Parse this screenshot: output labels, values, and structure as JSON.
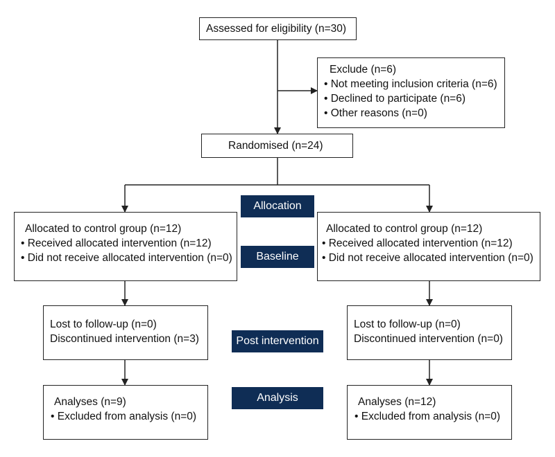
{
  "colors": {
    "stage_bg": "#0f2d55",
    "stroke": "#222222"
  },
  "enrollment": {
    "assessed": "Assessed for eligibility (n=30)",
    "exclude": {
      "title": "Exclude (n=6)",
      "items": [
        "• Not meeting inclusion criteria (n=6)",
        "• Declined to participate (n=6)",
        "• Other reasons (n=0)"
      ]
    },
    "randomised": "Randomised (n=24)"
  },
  "stages": {
    "allocation": "Allocation",
    "baseline": "Baseline",
    "post_intervention": "Post intervention",
    "analysis": "Analysis"
  },
  "left_arm": {
    "allocated": {
      "title": "Allocated to control group (n=12)",
      "items": [
        "• Received allocated intervention (n=12)",
        "• Did not receive allocated intervention (n=0)"
      ]
    },
    "follow_up": {
      "lines": [
        "Lost to follow-up (n=0)",
        "Discontinued intervention (n=3)"
      ]
    },
    "analysis": {
      "title": "Analyses (n=9)",
      "items": [
        "• Excluded from analysis (n=0)"
      ]
    }
  },
  "right_arm": {
    "allocated": {
      "title": "Allocated to control group (n=12)",
      "items": [
        "• Received allocated intervention (n=12)",
        "• Did not receive allocated intervention (n=0)"
      ]
    },
    "follow_up": {
      "lines": [
        "Lost to follow-up (n=0)",
        "Discontinued intervention (n=0)"
      ]
    },
    "analysis": {
      "title": "Analyses (n=12)",
      "items": [
        "• Excluded from analysis (n=0)"
      ]
    }
  }
}
